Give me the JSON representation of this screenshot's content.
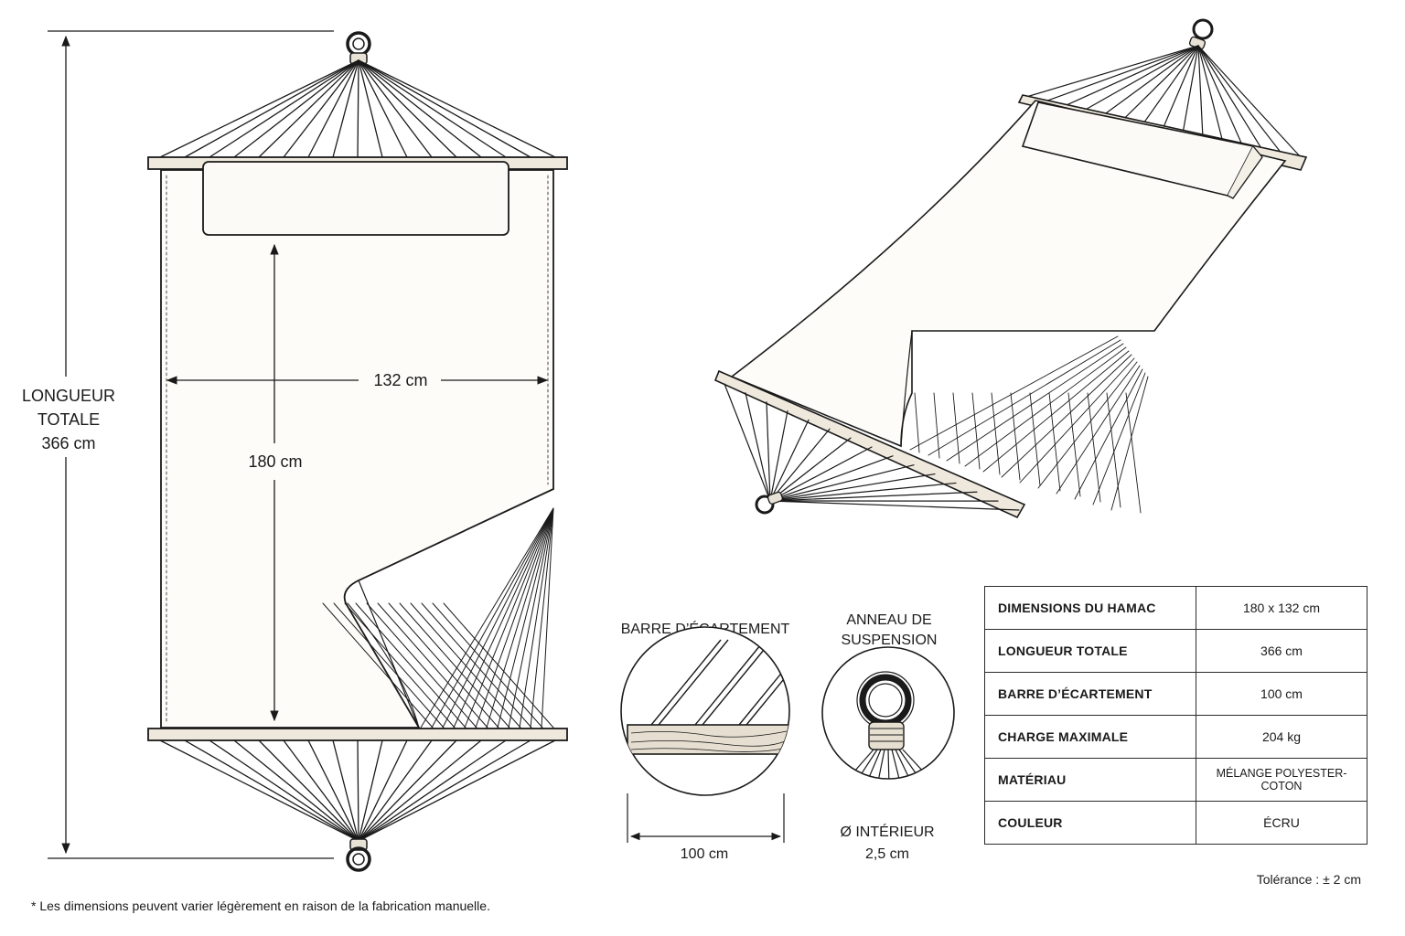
{
  "dimensions": {
    "total_length": {
      "line1": "LONGUEUR",
      "line2": "TOTALE",
      "line3": "366 cm"
    },
    "width": "132 cm",
    "bed_length": "180 cm"
  },
  "details": {
    "spreader_bar": {
      "title": "BARRE D’ÉCARTEMENT",
      "measure": "100 cm"
    },
    "ring": {
      "title_line1": "ANNEAU DE",
      "title_line2": "SUSPENSION",
      "measure_line1": "Ø INTÉRIEUR",
      "measure_line2": "2,5 cm"
    }
  },
  "specs_table": [
    {
      "label": "DIMENSIONS DU HAMAC",
      "value": "180 x 132 cm"
    },
    {
      "label": "LONGUEUR TOTALE",
      "value": "366 cm"
    },
    {
      "label": "BARRE D’ÉCARTEMENT",
      "value": "100 cm"
    },
    {
      "label": "CHARGE MAXIMALE",
      "value": "204 kg"
    },
    {
      "label": "MATÉRIAU",
      "value": "MÉLANGE POLYESTER-COTON"
    },
    {
      "label": "COULEUR",
      "value": "ÉCRU"
    }
  ],
  "tolerance": "Tolérance : ± 2 cm",
  "footnote": "* Les dimensions peuvent varier légèrement en raison de la fabrication manuelle."
}
